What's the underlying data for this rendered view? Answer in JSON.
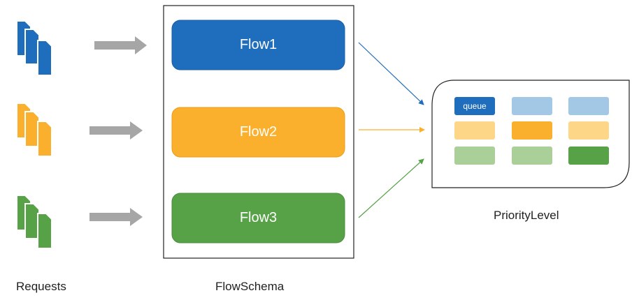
{
  "labels": {
    "requests": "Requests",
    "flowschema": "FlowSchema",
    "prioritylevel": "PriorityLevel"
  },
  "flows": [
    {
      "label": "Flow1",
      "color": "#1f6dbd",
      "border": "#1a5ea6"
    },
    {
      "label": "Flow2",
      "color": "#fbb02d",
      "border": "#e89d18"
    },
    {
      "label": "Flow3",
      "color": "#57a147",
      "border": "#4a8d3c"
    }
  ],
  "queue_label": "queue",
  "queue_colors": [
    [
      "#1f6dbd",
      "#a3c8e6",
      "#a3c8e6"
    ],
    [
      "#fdd787",
      "#fbb02d",
      "#fdd787"
    ],
    [
      "#aacf98",
      "#aacf98",
      "#57a147"
    ]
  ],
  "arrow_color": "#a6a6a6"
}
